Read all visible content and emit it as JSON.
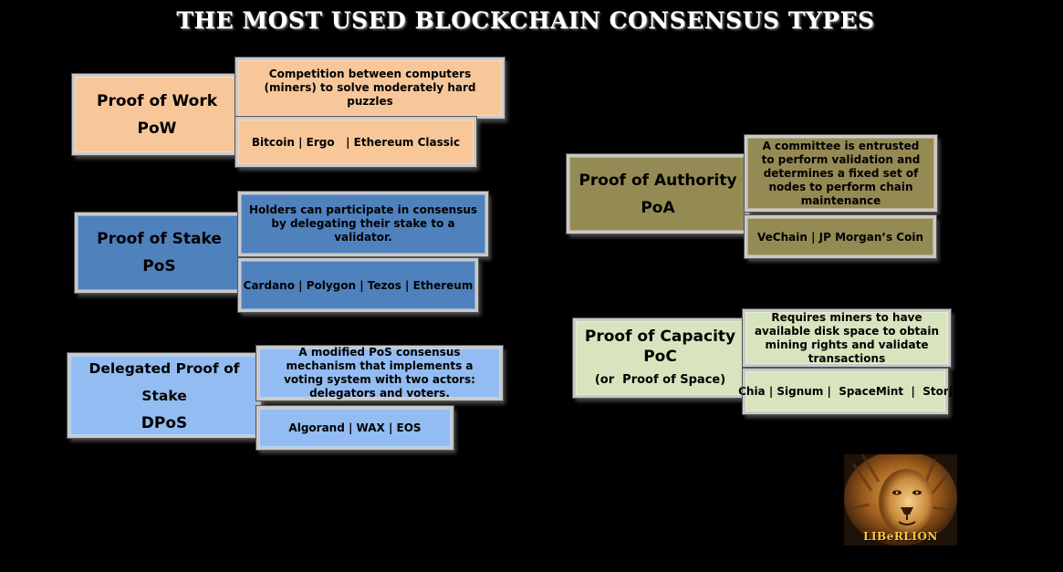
{
  "title": "THE MOST USED BLOCKCHAIN CONSENSUS TYPES",
  "colors": {
    "pow": "#f7c79a",
    "pos": "#4f81bd",
    "dpos": "#93bdf2",
    "poa": "#948a54",
    "poc": "#d7e4bd",
    "background": "#000000"
  },
  "consensus": {
    "pow": {
      "name": "Proof of Work",
      "abbr": "PoW",
      "description": "Competition between computers (miners) to solve moderately hard puzzles",
      "examples": "Bitcoin | Ergo   | Ethereum Classic"
    },
    "pos": {
      "name": "Proof of Stake",
      "abbr": "PoS",
      "description": "Holders can participate in consensus by delegating their stake to a validator.",
      "examples": "Cardano | Polygon | Tezos | Ethereum"
    },
    "dpos": {
      "name": "Delegated Proof of Stake",
      "abbr": "DPoS",
      "description": "A modified PoS consensus mechanism that implements a voting system with two actors: delegators and voters.",
      "examples": "Algorand | WAX | EOS"
    },
    "poa": {
      "name": "Proof of Authority",
      "abbr": "PoA",
      "description": "A committee is entrusted to perform validation and determines a fixed set of nodes to perform chain maintenance",
      "examples": "VeChain | JP Morgan’s Coin"
    },
    "poc": {
      "name": "Proof of Capacity",
      "abbr": "PoC",
      "alt_name": "(or  Proof of Space)",
      "description": "Requires miners to have available disk space to obtain mining rights and validate transactions",
      "examples": "Chia | Signum |  SpaceMint  |  Storj"
    }
  },
  "logo": {
    "text": "LIBeRLION",
    "icon": "lion-icon"
  }
}
